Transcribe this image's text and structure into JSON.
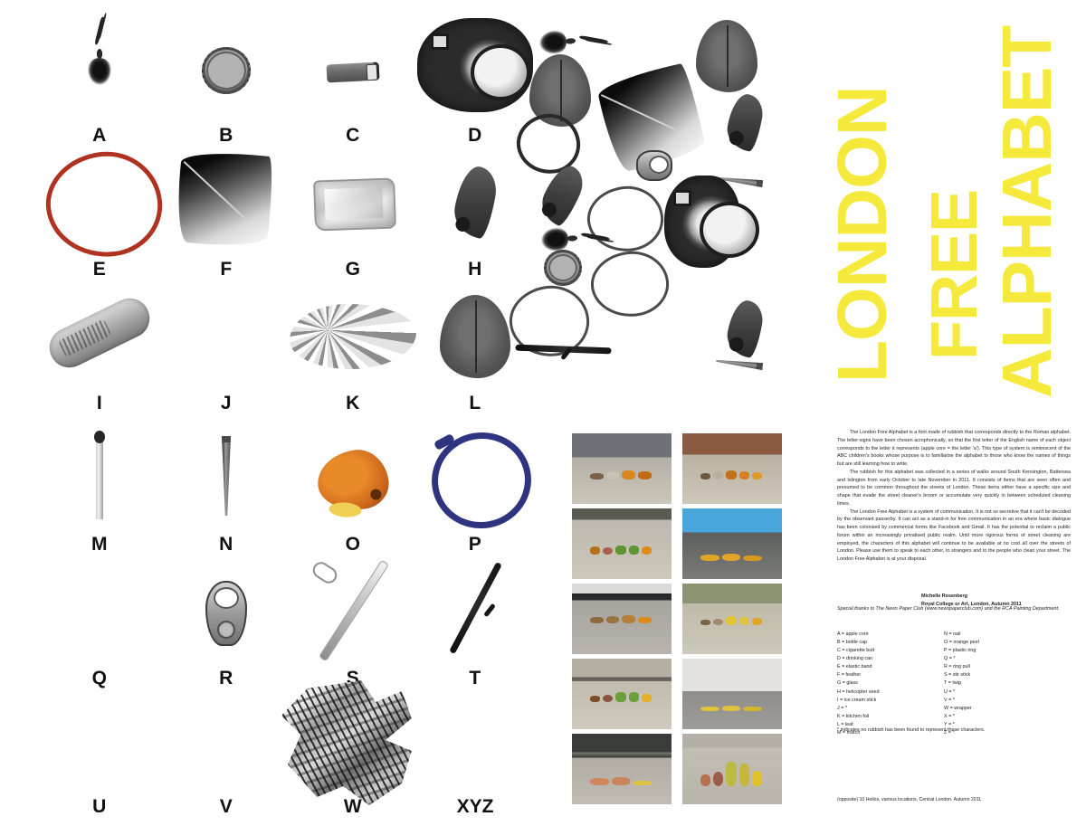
{
  "poster": {
    "title_lines": [
      "LONDON",
      "FREE",
      "ALPHABET"
    ],
    "accent_color": "#f5e93c",
    "background_color": "#ffffff",
    "text_color": "#1d1d1d"
  },
  "specimen_grid": {
    "cells": [
      {
        "letter": "A",
        "object": "apple-core"
      },
      {
        "letter": "B",
        "object": "bottle-cap"
      },
      {
        "letter": "C",
        "object": "cigarette-butt"
      },
      {
        "letter": "D",
        "object": "drinking-can"
      },
      {
        "letter": "E",
        "object": "elastic-band"
      },
      {
        "letter": "F",
        "object": "feather"
      },
      {
        "letter": "G",
        "object": "glass"
      },
      {
        "letter": "H",
        "object": "helicopter-seed"
      },
      {
        "letter": "I",
        "object": "ice-cream-stick"
      },
      {
        "letter": "J",
        "object": "none"
      },
      {
        "letter": "K",
        "object": "kitchen-foil"
      },
      {
        "letter": "L",
        "object": "leaf"
      },
      {
        "letter": "M",
        "object": "match"
      },
      {
        "letter": "N",
        "object": "nail"
      },
      {
        "letter": "O",
        "object": "orange-peel"
      },
      {
        "letter": "P",
        "object": "plastic-ring"
      },
      {
        "letter": "Q",
        "object": "none"
      },
      {
        "letter": "R",
        "object": "ring-pull"
      },
      {
        "letter": "S",
        "object": "stir-stick"
      },
      {
        "letter": "T",
        "object": "twig"
      },
      {
        "letter": "U",
        "object": "none"
      },
      {
        "letter": "V",
        "object": "none"
      },
      {
        "letter": "W",
        "object": "wrapper"
      },
      {
        "letter": "XYZ",
        "object": "none"
      }
    ]
  },
  "body": {
    "paragraphs": [
      "The London Free Alphabet is a font made of rubbish that corresponds directly to the Roman alphabet. The letter-signs have been chosen acrophonically, so that the first letter of the English name of each object corresponds to the letter it represents (apple core = the letter 'a'). This type of system is reminiscent of the ABC children's books whose purpose is to familiarise the alphabet to those who know the names of things but are still learning how to write.",
      "The rubbish for this alphabet was collected in a series of walks around South Kensington, Battersea and Islington from early October to late November in 2011. It consists of items that are seen often and presumed to be common throughout the streets of London. These items either have a specific size and shape that evade the street cleaner's broom or accumulate very quickly in between scheduled cleaning times.",
      "The London Free Alphabet is a system of communication. It is not so secretive that it can't be decoded by the observant passerby. It can act as a stand-in for free communication in an era where basic dialogue has been colonised by commercial forms like Facebook and Gmail. It has the potential to reclaim a public forum within an increasingly privatised public realm. Until more rigorous forms of street cleaning are employed, the characters of this alphabet will continue to be available at no cost all over the streets of London. Please use them to speak to each other, to strangers and to the people who clean your street. The London Free Alphabet is at your disposal."
    ],
    "author": "Michelle Rosenberg",
    "affiliation": "Royal College or Art, London, Autumn 2011",
    "thanks": "Special thanks to The News Paper Club (www.newspaperclub.com) and the RCA Painting Department.",
    "footnote": "* indicates no rubbish has been found to represent these characters.",
    "caption": "(opposite) 10 Hellos, various locations, Central London.  Autumn 2011"
  },
  "legend": {
    "left": [
      "A = apple core",
      "B = bottle cap",
      "C = cigarette butt",
      "D = drinking can",
      "E = elastic band",
      "F = feather",
      "G = glass",
      "H = helicopter seed",
      "I = ice cream stick",
      "J = *",
      "K = kitchen foil",
      "L = leaf",
      "M = match"
    ],
    "right": [
      "N = nail",
      "O = orange peel",
      "P = plastic ring",
      "Q = *",
      "R = ring pull",
      "S = stir stick",
      "T = twig",
      "U = *",
      "V = *",
      "W = wrapper",
      "X = *",
      "Y = *",
      "Z = *"
    ]
  },
  "photo_grid": {
    "count": 10,
    "photos": [
      {
        "id": "photo-1",
        "scene": "grey-door-threshold-concrete",
        "ground": "#b7b2a8",
        "accent": "#d98f2a"
      },
      {
        "id": "photo-2",
        "scene": "brick-wall-pavement",
        "ground": "#c3bcae",
        "accent": "#d9801f"
      },
      {
        "id": "photo-3",
        "scene": "kerb-with-ring-and-leaves",
        "ground": "#bdb8ad",
        "accent": "#5f9434"
      },
      {
        "id": "photo-4",
        "scene": "blue-awning-dark-paving",
        "ground": "#6e6f6e",
        "accent": "#e0a526"
      },
      {
        "id": "photo-5",
        "scene": "kerb-drain-brown-leaves",
        "ground": "#a6a39c",
        "accent": "#b5803a"
      },
      {
        "id": "photo-6",
        "scene": "mossy-stone-yellow-leaves",
        "ground": "#b9b5a3",
        "accent": "#e2c63a"
      },
      {
        "id": "photo-7",
        "scene": "paving-slab-green-leaves",
        "ground": "#b6b0a3",
        "accent": "#6da03c"
      },
      {
        "id": "photo-8",
        "scene": "white-wall-grey-slabs",
        "ground": "#9d9c98",
        "accent": "#e0c23c"
      },
      {
        "id": "photo-9",
        "scene": "railings-maple-leaves",
        "ground": "#a9a89f",
        "accent": "#d3865a"
      },
      {
        "id": "photo-10",
        "scene": "concrete-with-long-leaves",
        "ground": "#b4b0a8",
        "accent": "#cfc13a"
      }
    ]
  }
}
